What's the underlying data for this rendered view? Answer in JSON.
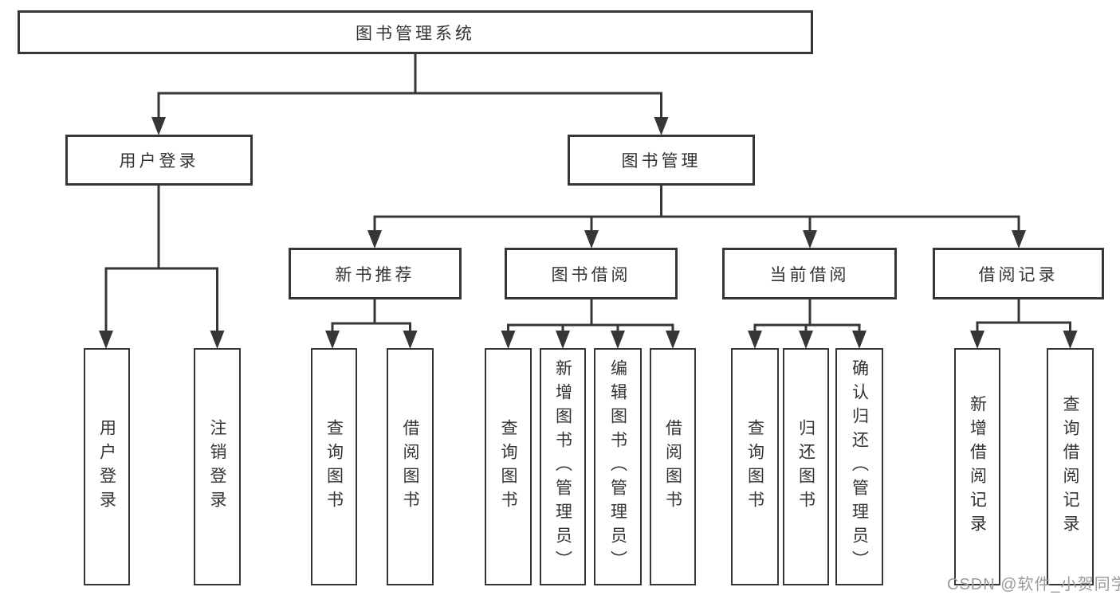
{
  "colors": {
    "line": "#363636",
    "text": "#333333",
    "box_bg": "#ffffff",
    "watermark": "#9b9b9b",
    "background": "#ffffff"
  },
  "tree": {
    "label": "图书管理系统",
    "children": [
      {
        "label": "用户登录",
        "children": [
          {
            "label": "用户登录"
          },
          {
            "label": "注销登录"
          }
        ]
      },
      {
        "label": "图书管理",
        "children": [
          {
            "label": "新书推荐",
            "children": [
              {
                "label": "查询图书"
              },
              {
                "label": "借阅图书"
              }
            ]
          },
          {
            "label": "图书借阅",
            "children": [
              {
                "label": "查询图书"
              },
              {
                "label": "新增图书（管理员）"
              },
              {
                "label": "编辑图书（管理员）"
              },
              {
                "label": "借阅图书"
              }
            ]
          },
          {
            "label": "当前借阅",
            "children": [
              {
                "label": "查询图书"
              },
              {
                "label": "归还图书"
              },
              {
                "label": "确认归还（管理员）"
              }
            ]
          },
          {
            "label": "借阅记录",
            "children": [
              {
                "label": "新增借阅记录"
              },
              {
                "label": "查询借阅记录"
              }
            ]
          }
        ]
      }
    ]
  },
  "watermark": "CSDN @软件_小贺同学"
}
